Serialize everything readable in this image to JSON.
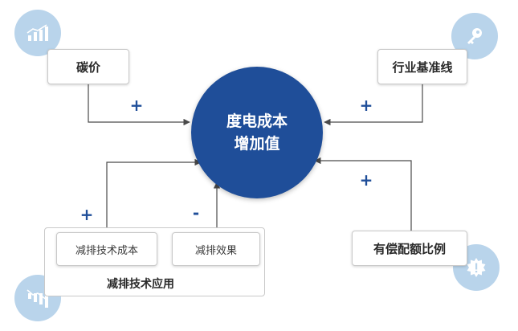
{
  "center": {
    "line1": "度电成本",
    "line2": "增加值"
  },
  "factors": {
    "carbon_price": "碳价",
    "industry_baseline": "行业基准线",
    "paid_quota_ratio": "有偿配额比例",
    "tech_cost": "减排技术成本",
    "tech_effect": "减排效果",
    "tech_application": "减排技术应用"
  },
  "signs": {
    "carbon_price": "+",
    "industry_baseline": "+",
    "paid_quota_ratio": "+",
    "tech_cost": "+",
    "tech_effect": "-"
  },
  "icons": {
    "top_left": "chart-icon",
    "top_right": "key-icon",
    "bottom_left": "chart-icon",
    "bottom_right": "gear-icon"
  },
  "colors": {
    "primary": "#1f4e99",
    "bubble": "#b9d4eb",
    "line": "#4a4a4a"
  }
}
